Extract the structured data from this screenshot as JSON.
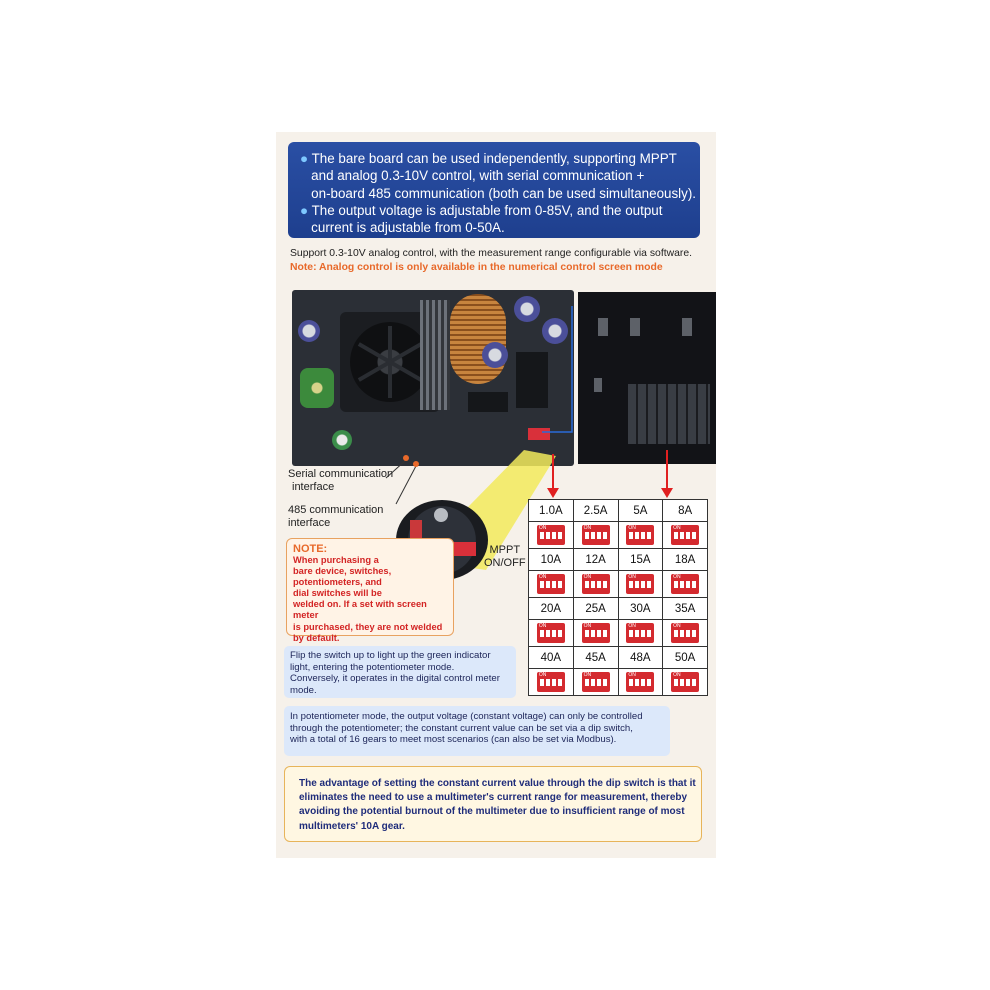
{
  "header_box": {
    "lines": [
      "The bare board can be used independently, supporting MPPT",
      "and analog 0.3-10V control, with serial communication +",
      "on-board 485 communication (both can be used simultaneously).",
      "The output voltage is adjustable from 0-85V, and the output",
      "current is adjustable from 0-50A."
    ]
  },
  "support_text": "Support 0.3-10V analog control, with the measurement range configurable via software.",
  "note_text": "Note: Analog control is only available in the numerical control screen mode",
  "callouts": {
    "serial": [
      "Serial communication",
      "interface"
    ],
    "rs485": [
      "485 communication",
      "interface"
    ],
    "mppt": [
      "MPPT",
      "ON/OFF"
    ]
  },
  "note_box": {
    "title": "NOTE:",
    "lines": [
      "When purchasing a",
      "bare device, switches,",
      "potentiometers, and",
      "dial switches will be",
      "welded on. If a set with screen meter",
      "is purchased, they are not welded",
      "by default."
    ]
  },
  "dip_table": {
    "rows": [
      [
        "1.0A",
        "2.5A",
        "5A",
        "8A"
      ],
      [
        "10A",
        "12A",
        "15A",
        "18A"
      ],
      [
        "20A",
        "25A",
        "30A",
        "35A"
      ],
      [
        "40A",
        "45A",
        "48A",
        "50A"
      ]
    ]
  },
  "info_boxes": {
    "switch": [
      "Flip the switch up to light up the green indicator",
      "light, entering the potentiometer mode.",
      "Conversely, it operates in the digital control meter",
      "mode."
    ],
    "potentiometer": [
      "In potentiometer mode, the output voltage (constant voltage) can only be controlled",
      "through the potentiometer; the constant current value can be set via a dip switch,",
      "with a total of 16 gears to meet most scenarios (can also be set via Modbus)."
    ],
    "advantage": [
      "The advantage of setting the constant current value through the dip switch is that it",
      "eliminates the need to use a multimeter's current range for measurement, thereby",
      "avoiding the potential burnout of the multimeter due to insufficient range of most",
      "multimeters' 10A gear."
    ]
  },
  "colors": {
    "header_bg": "#234a9c",
    "note_orange": "#e8692a",
    "note_red": "#d32424",
    "dip_red": "#d42a2f",
    "arrow_red": "#e02020"
  }
}
